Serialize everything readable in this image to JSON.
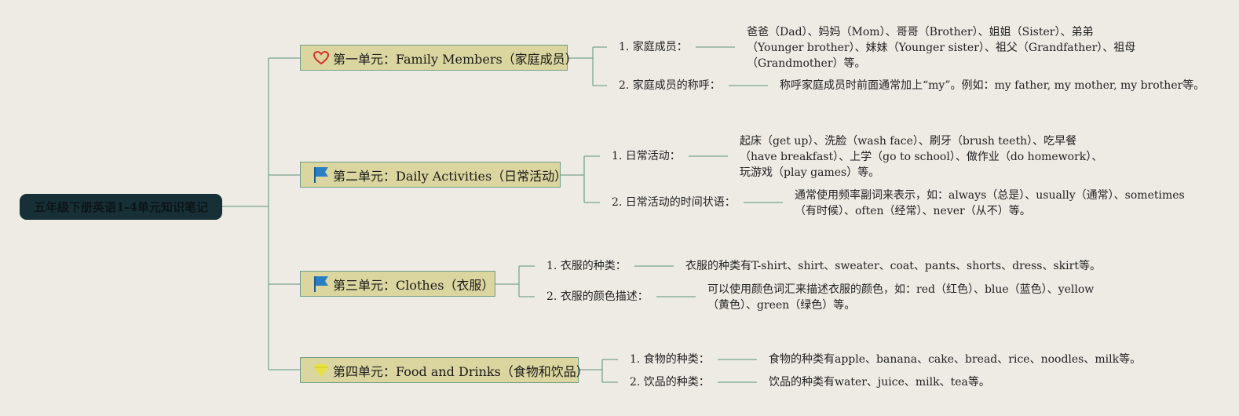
{
  "root": {
    "title": "五年级下册英语1-4单元知识笔记"
  },
  "units": [
    {
      "icon": "heart-icon",
      "title": "第一单元：Family Members（家庭成员）",
      "points": [
        {
          "label": "1. 家庭成员：",
          "text": "爸爸（Dad）、妈妈（Mom）、哥哥（Brother）、姐姐（Sister）、弟弟（Younger brother）、妹妹（Younger sister）、祖父（Grandfather）、祖母（Grandmother）等。"
        },
        {
          "label": "2. 家庭成员的称呼：",
          "text": "称呼家庭成员时前面通常加上“my”。例如：my father, my mother, my brother等。"
        }
      ]
    },
    {
      "icon": "flag-icon",
      "title": "第二单元：Daily Activities（日常活动）",
      "points": [
        {
          "label": "1. 日常活动：",
          "text": "起床（get up）、洗脸（wash face）、刷牙（brush teeth）、吃早餐（have breakfast）、上学（go to school）、做作业（do homework）、玩游戏（play games）等。"
        },
        {
          "label": "2. 日常活动的时间状语：",
          "text": "通常使用频率副词来表示，如：always（总是）、usually（通常）、sometimes（有时候）、often（经常）、never（从不）等。"
        }
      ]
    },
    {
      "icon": "flag-icon",
      "title": "第三单元：Clothes（衣服）",
      "points": [
        {
          "label": "1. 衣服的种类：",
          "text": "衣服的种类有T-shirt、shirt、sweater、coat、pants、shorts、dress、skirt等。"
        },
        {
          "label": "2. 衣服的颜色描述：",
          "text": "可以使用颜色词汇来描述衣服的颜色，如：red（红色）、blue（蓝色）、yellow（黄色）、green（绿色）等。"
        }
      ]
    },
    {
      "icon": "gem-icon",
      "title": "第四单元：Food and Drinks（食物和饮品）",
      "points": [
        {
          "label": "1. 食物的种类：",
          "text": "食物的种类有apple、banana、cake、bread、rice、noodles、milk等。"
        },
        {
          "label": "2. 饮品的种类：",
          "text": "饮品的种类有water、juice、milk、tea等。"
        }
      ]
    }
  ],
  "colors": {
    "line": "#7aa58f",
    "root_bg": "#163036",
    "unit_bg": "#dbd69f",
    "heart": "#d8322c",
    "flag": "#2a7fc4",
    "gem": "#e8e040"
  }
}
